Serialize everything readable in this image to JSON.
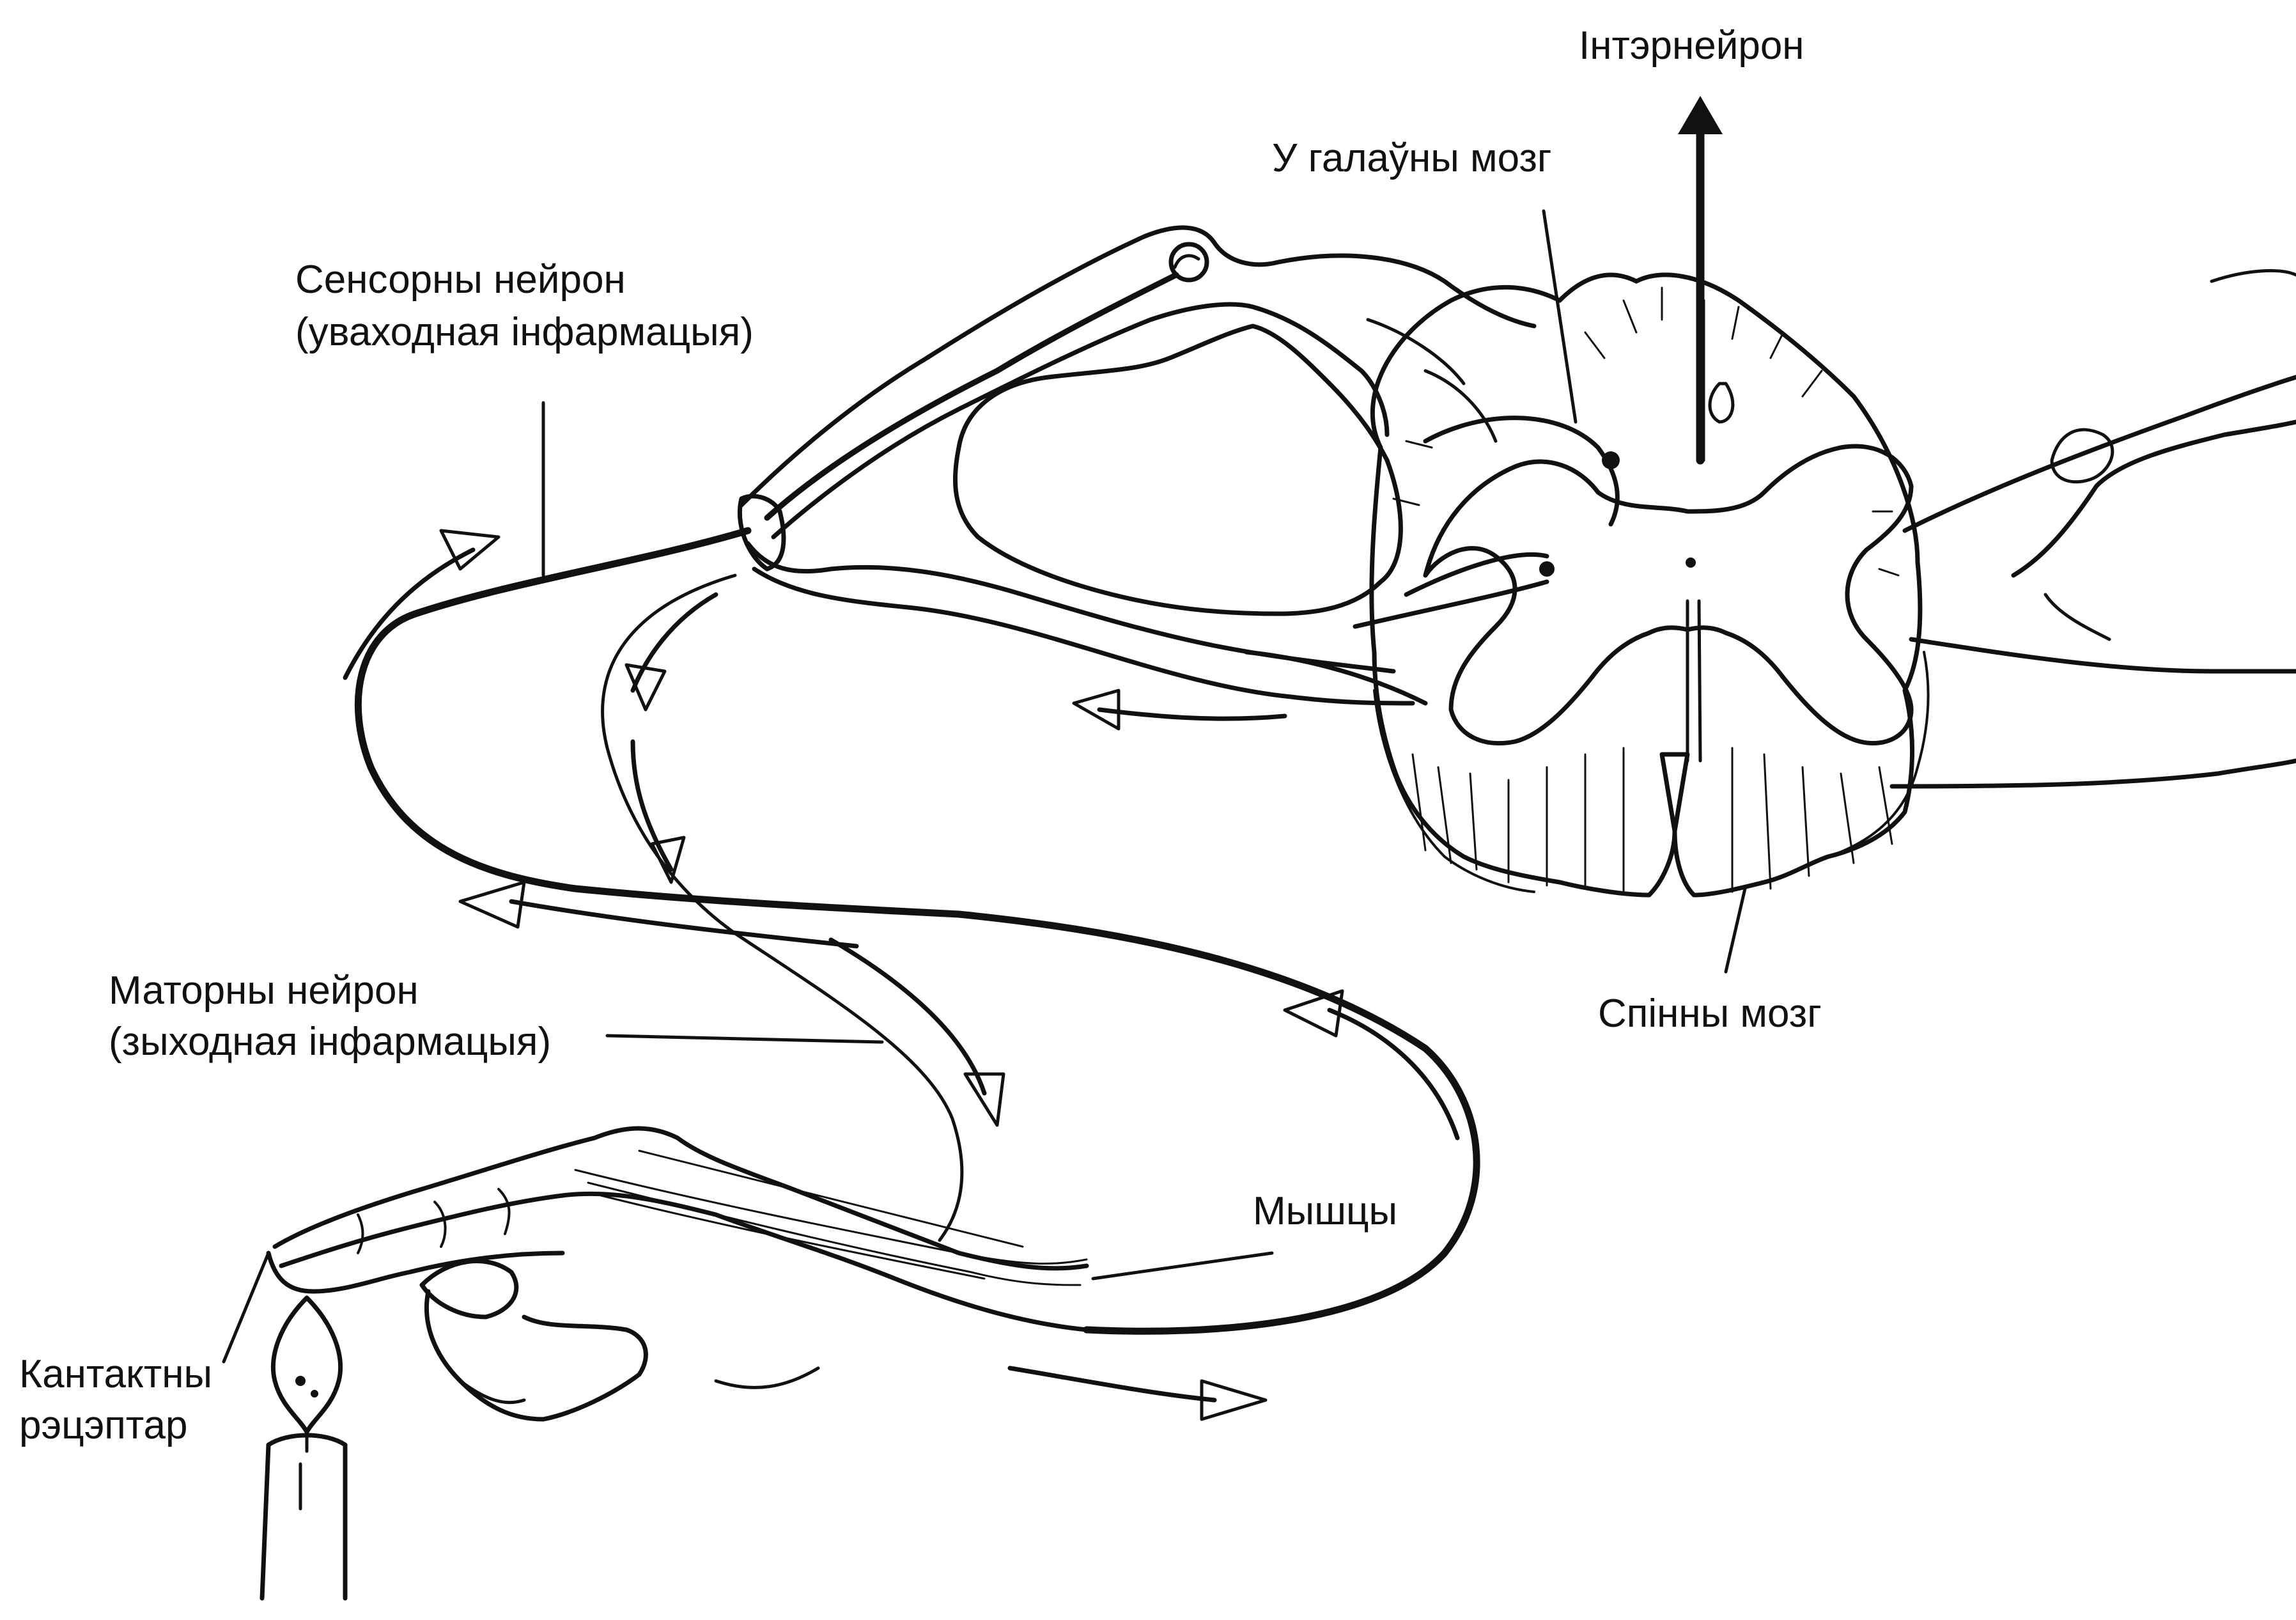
{
  "labels": {
    "interneuron": "Інтэрнейрон",
    "brain": "У галаўны мозг",
    "sensory_line1": "Сенсорны нейрон",
    "sensory_line2": "(уваходная інфармацыя)",
    "motor_line1": "Маторны нейрон",
    "motor_line2": "(зыходная інфармацыя)",
    "spinal_cord": "Спінны мозг",
    "muscles": "Мышцы",
    "receptor_line1": "Кантактны",
    "receptor_line2": "рэцэптар"
  },
  "colors": {
    "ink": "#111111",
    "background": "#ffffff"
  }
}
